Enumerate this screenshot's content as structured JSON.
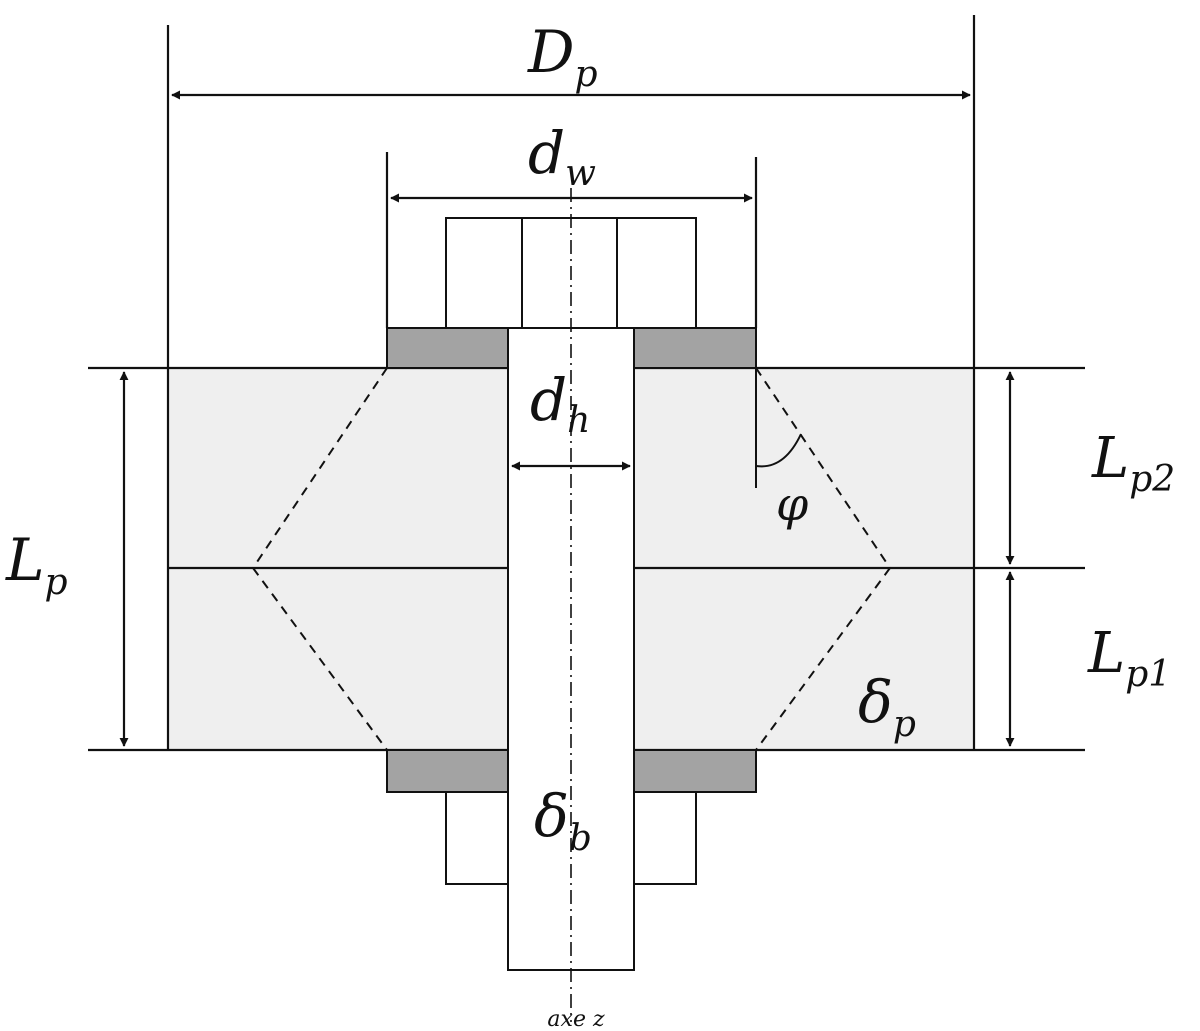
{
  "labels": {
    "Dp": {
      "main": "D",
      "sub": "p"
    },
    "dw": {
      "main": "d",
      "sub": "w"
    },
    "dh": {
      "main": "d",
      "sub": "h"
    },
    "Lp": {
      "main": "L",
      "sub": "p"
    },
    "Lp2": {
      "main": "L",
      "sub": "p2"
    },
    "Lp1": {
      "main": "L",
      "sub": "p1"
    },
    "phi": "φ",
    "delta_p": {
      "main": "δ",
      "sub": "p"
    },
    "delta_b": {
      "main": "δ",
      "sub": "b"
    },
    "axis": "axe z"
  },
  "colors": {
    "plate_fill": "#efefef",
    "washer_fill": "#a3a3a3",
    "line": "#111111"
  }
}
